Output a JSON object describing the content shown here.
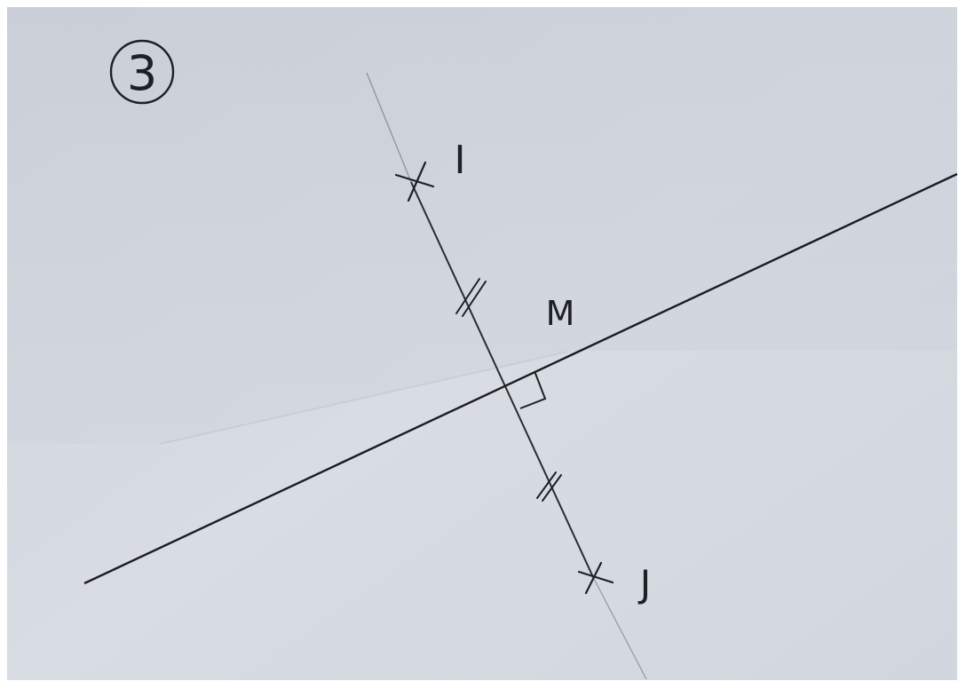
{
  "figure_number": "3",
  "points": {
    "i": "I",
    "j": "J",
    "m": "M"
  },
  "colors": {
    "paper": "#d4d8e0",
    "paper_light": "#dde1e8",
    "ink": "#1e2024",
    "faint_line": "#5a5e66"
  }
}
